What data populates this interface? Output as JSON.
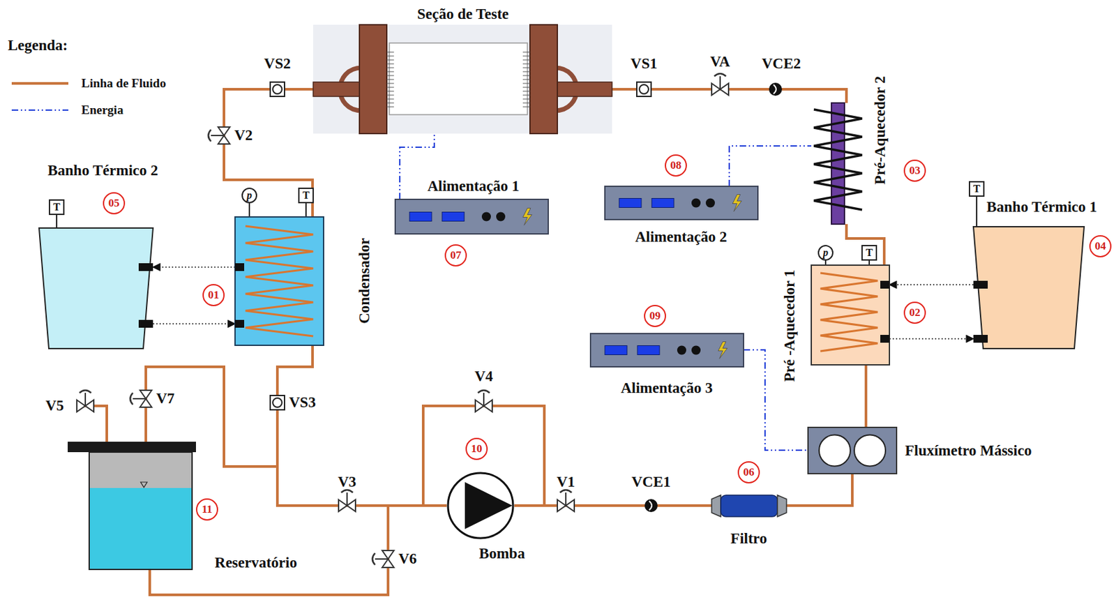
{
  "diagram": {
    "nodes": [
      {
        "text": [
          "Seção de Teste"
        ]
      },
      {
        "text": [
          "Banho Térmico 2"
        ]
      },
      {
        "text": [
          "Condensador"
        ]
      },
      {
        "text": [
          "Alimentação 1"
        ]
      },
      {
        "text": [
          "Alimentação 2"
        ]
      },
      {
        "text": [
          "Pré-Aquecedor 2"
        ]
      },
      {
        "text": [
          "Banho Térmico 1"
        ]
      },
      {
        "text": [
          "Pré -Aquecedor 1"
        ]
      },
      {
        "text": [
          "Alimentação 3"
        ]
      },
      {
        "text": [
          "Fluxímetro Mássico"
        ]
      },
      {
        "text": [
          "Reservatório"
        ]
      },
      {
        "text": [
          "Bomba"
        ]
      },
      {
        "text": [
          "Filtro"
        ]
      }
    ],
    "edges": [
      {
        "from": 11,
        "to": 12,
        "arrow": "none"
      },
      {
        "from": 12,
        "to": 9,
        "arrow": "none"
      },
      {
        "from": 9,
        "to": 7,
        "arrow": "none"
      },
      {
        "from": 7,
        "to": 5,
        "arrow": "none"
      },
      {
        "from": 5,
        "to": 0,
        "arrow": "none"
      },
      {
        "from": 0,
        "to": 2,
        "arrow": "none"
      },
      {
        "from": 2,
        "to": 11,
        "arrow": "none"
      },
      {
        "from": 10,
        "to": 11,
        "arrow": "none"
      },
      {
        "from": 10,
        "to": 11,
        "arrow": "none"
      },
      {
        "from": 3,
        "to": 0,
        "arrow": "none"
      },
      {
        "from": 4,
        "to": 5,
        "arrow": "none"
      },
      {
        "from": 8,
        "to": 9,
        "arrow": "none"
      },
      {
        "from": 2,
        "to": 1,
        "arrow": "to"
      },
      {
        "from": 1,
        "to": 2,
        "arrow": "to"
      },
      {
        "from": 6,
        "to": 7,
        "arrow": "to"
      },
      {
        "from": 7,
        "to": 6,
        "arrow": "to"
      }
    ],
    "labels": [
      "Legenda:",
      "VS2",
      "V2",
      "05",
      "T",
      "p",
      "T",
      "01",
      "VS1",
      "VA",
      "VCE2",
      "07",
      "08",
      "03",
      "T",
      "04",
      "p",
      "T",
      "02",
      "09",
      "V5",
      "V7",
      "VS3",
      "V3",
      "V4",
      "10",
      "V1",
      "VCE1",
      "06",
      "11",
      "V6"
    ],
    "legend": [
      {
        "text": "Linha de Fluido"
      },
      {
        "text": "Energia"
      }
    ]
  }
}
